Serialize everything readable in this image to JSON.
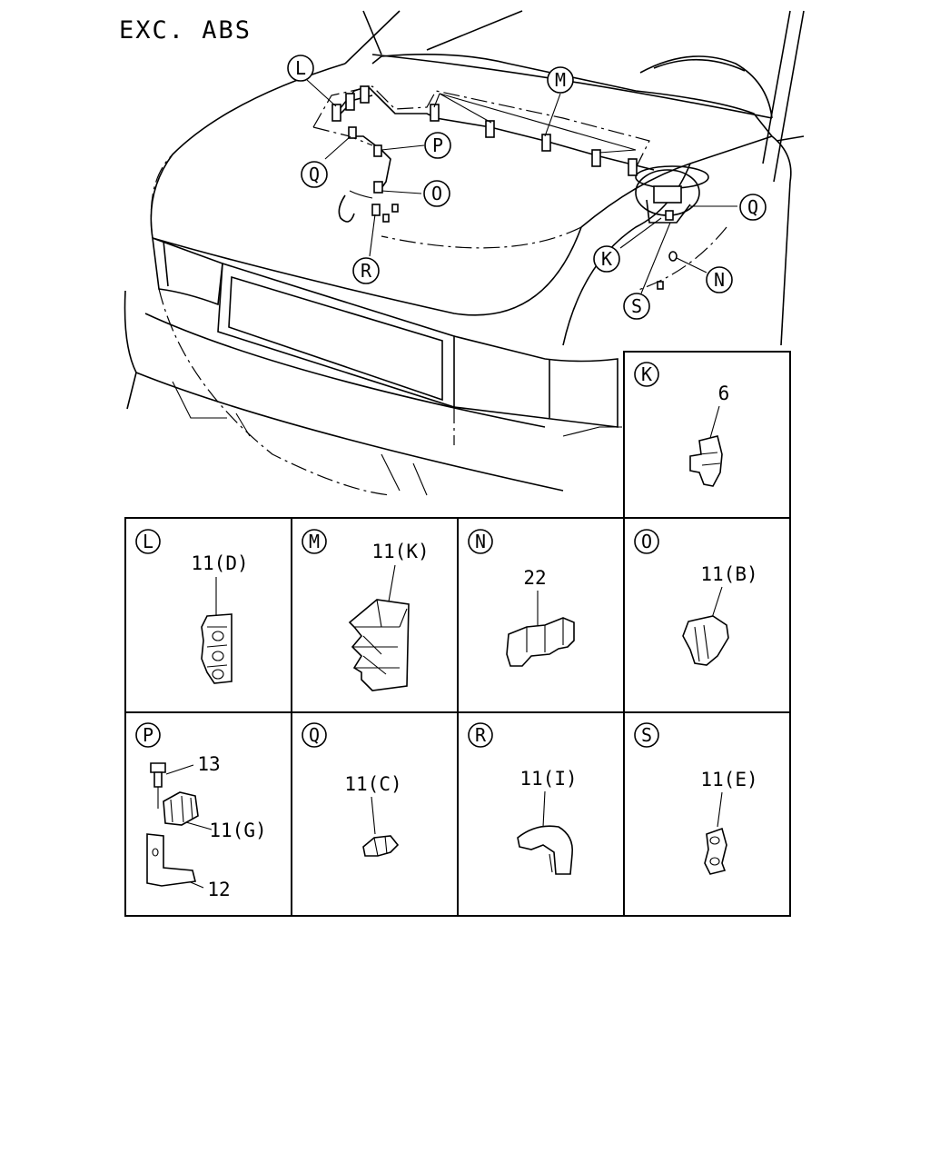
{
  "title": "EXC. ABS",
  "overview_callouts": [
    "L",
    "M",
    "N",
    "O",
    "P",
    "Q",
    "Q",
    "K",
    "R",
    "S"
  ],
  "panels": [
    {
      "letter": "K",
      "parts": [
        "6"
      ]
    },
    {
      "letter": "L",
      "parts": [
        "11(D)"
      ]
    },
    {
      "letter": "M",
      "parts": [
        "11(K)"
      ]
    },
    {
      "letter": "N",
      "parts": [
        "22"
      ]
    },
    {
      "letter": "O",
      "parts": [
        "11(B)"
      ]
    },
    {
      "letter": "P",
      "parts": [
        "13",
        "11(G)",
        "12"
      ]
    },
    {
      "letter": "Q",
      "parts": [
        "11(C)"
      ]
    },
    {
      "letter": "R",
      "parts": [
        "11(I)"
      ]
    },
    {
      "letter": "S",
      "parts": [
        "11(E)"
      ]
    }
  ]
}
